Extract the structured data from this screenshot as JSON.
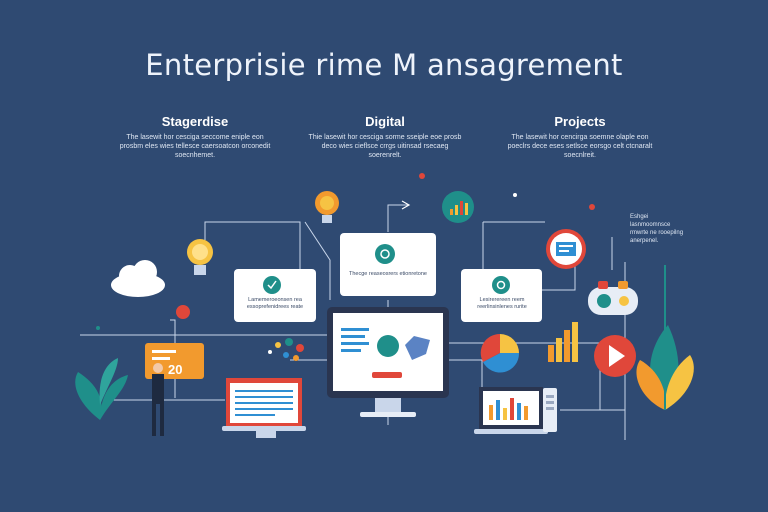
{
  "title": "Enterprisie rime M ansagrement",
  "columns": [
    {
      "heading": "Stagerdise",
      "text": "The lasewit hor cesciga seccome eniple eon prosbm eles wies tellesce caersoatcon orconedit soecnhemet."
    },
    {
      "heading": "Digital",
      "text": "Thie lasewit hor cesciga sorme sseiple eoe prosb deco wies cieflsce crrgs uitinsad rsecaeg soerenrelt."
    },
    {
      "heading": "Projects",
      "text": "The lasewit hor cencirga soemne olaple eon poeclrs dece eses setlsce eorsgo celt ctcnaralt soecnlreit."
    }
  ],
  "cards": {
    "left": "Lamemeroeonsen rea essoprefenidrees reate",
    "center": "Thecge reaseosrers etionretone",
    "right": "Lesirerereen reem reerlinsinlenes rurite"
  },
  "side_note": "Eshgei lasnmoomnsce rmwrte ne rooepilng anerpenel.",
  "badge_value": "20",
  "colors": {
    "background": "#2f4a72",
    "accent_teal": "#1f8f8a",
    "accent_orange": "#f29a2e",
    "accent_red": "#e0473a",
    "accent_yellow": "#f6c343"
  },
  "icons": [
    "lightbulb-icon",
    "bar-chart-icon",
    "cloud-icon",
    "checkmark-icon",
    "pie-chart-icon",
    "play-icon",
    "monitor-icon",
    "laptop-icon",
    "leaf-icon",
    "person-icon",
    "gamepad-icon"
  ]
}
